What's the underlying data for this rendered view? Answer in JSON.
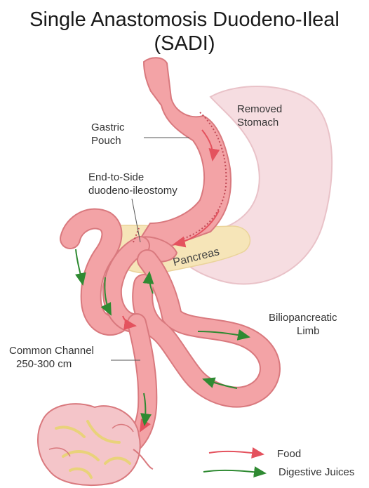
{
  "title": {
    "line1": "Single Anastomosis Duodeno-Ileal",
    "line2": "(SADI)"
  },
  "labels": {
    "removed_stomach": [
      "Removed",
      "Stomach"
    ],
    "gastric_pouch": [
      "Gastric",
      "Pouch"
    ],
    "anastomosis": [
      "End-to-Side",
      "duodeno-ileostomy"
    ],
    "pancreas": "Pancreas",
    "biliopancreatic_limb": [
      "Biliopancreatic",
      "Limb"
    ],
    "common_channel": [
      "Common Channel",
      "250-300 cm"
    ]
  },
  "legend": {
    "food": "Food",
    "digestive_juices": "Digestive Juices"
  },
  "colors": {
    "intestine": "#f3a3a6",
    "intestine_edge": "#d9797e",
    "stomach_removed": "#f6dde1",
    "pancreas": "#f6e5b8",
    "food_arrow": "#e4525e",
    "juice_arrow": "#2f8a32",
    "colon": "#f4c5c9"
  }
}
